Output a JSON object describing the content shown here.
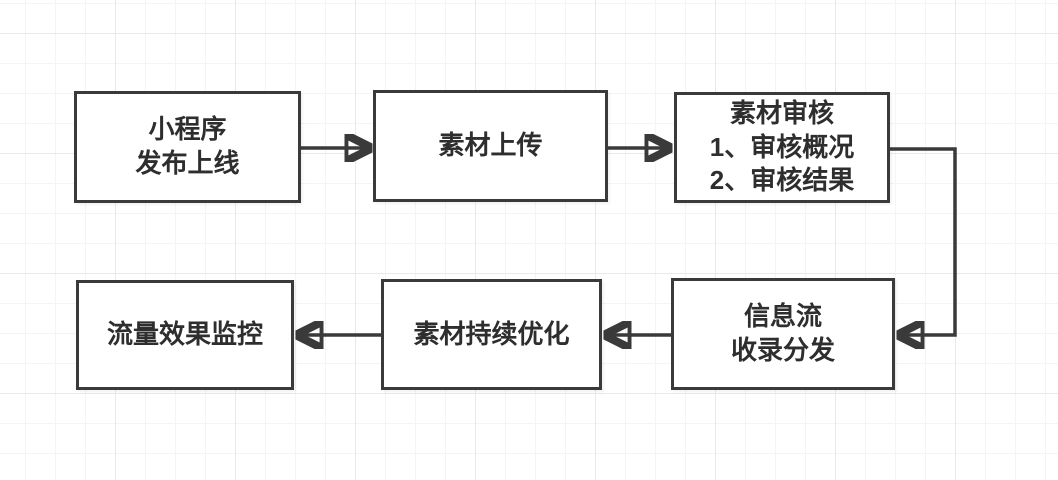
{
  "diagram": {
    "type": "flowchart",
    "background": {
      "grid": "on",
      "canvas_color": "#ffffff",
      "grid_minor_color": "#f4f4f4",
      "grid_major_color": "#e9e9e9"
    },
    "style": {
      "node_fill": "#ffffff",
      "node_border_color": "#3a3a3a",
      "text_color": "#2e2e2e",
      "arrow_color": "#3a3a3a"
    },
    "nodes": [
      {
        "id": "mini-program-launch",
        "label": "小程序\n发布上线"
      },
      {
        "id": "material-upload",
        "label": "素材上传"
      },
      {
        "id": "material-review",
        "label": "素材审核\n1、审核概况\n2、审核结果"
      },
      {
        "id": "feed-distribution",
        "label": "信息流\n收录分发"
      },
      {
        "id": "material-optimization",
        "label": "素材持续优化"
      },
      {
        "id": "traffic-monitoring",
        "label": "流量效果监控"
      }
    ],
    "edges": [
      {
        "from": "mini-program-launch",
        "to": "material-upload"
      },
      {
        "from": "material-upload",
        "to": "material-review"
      },
      {
        "from": "material-review",
        "to": "feed-distribution"
      },
      {
        "from": "feed-distribution",
        "to": "material-optimization"
      },
      {
        "from": "material-optimization",
        "to": "traffic-monitoring"
      }
    ]
  }
}
